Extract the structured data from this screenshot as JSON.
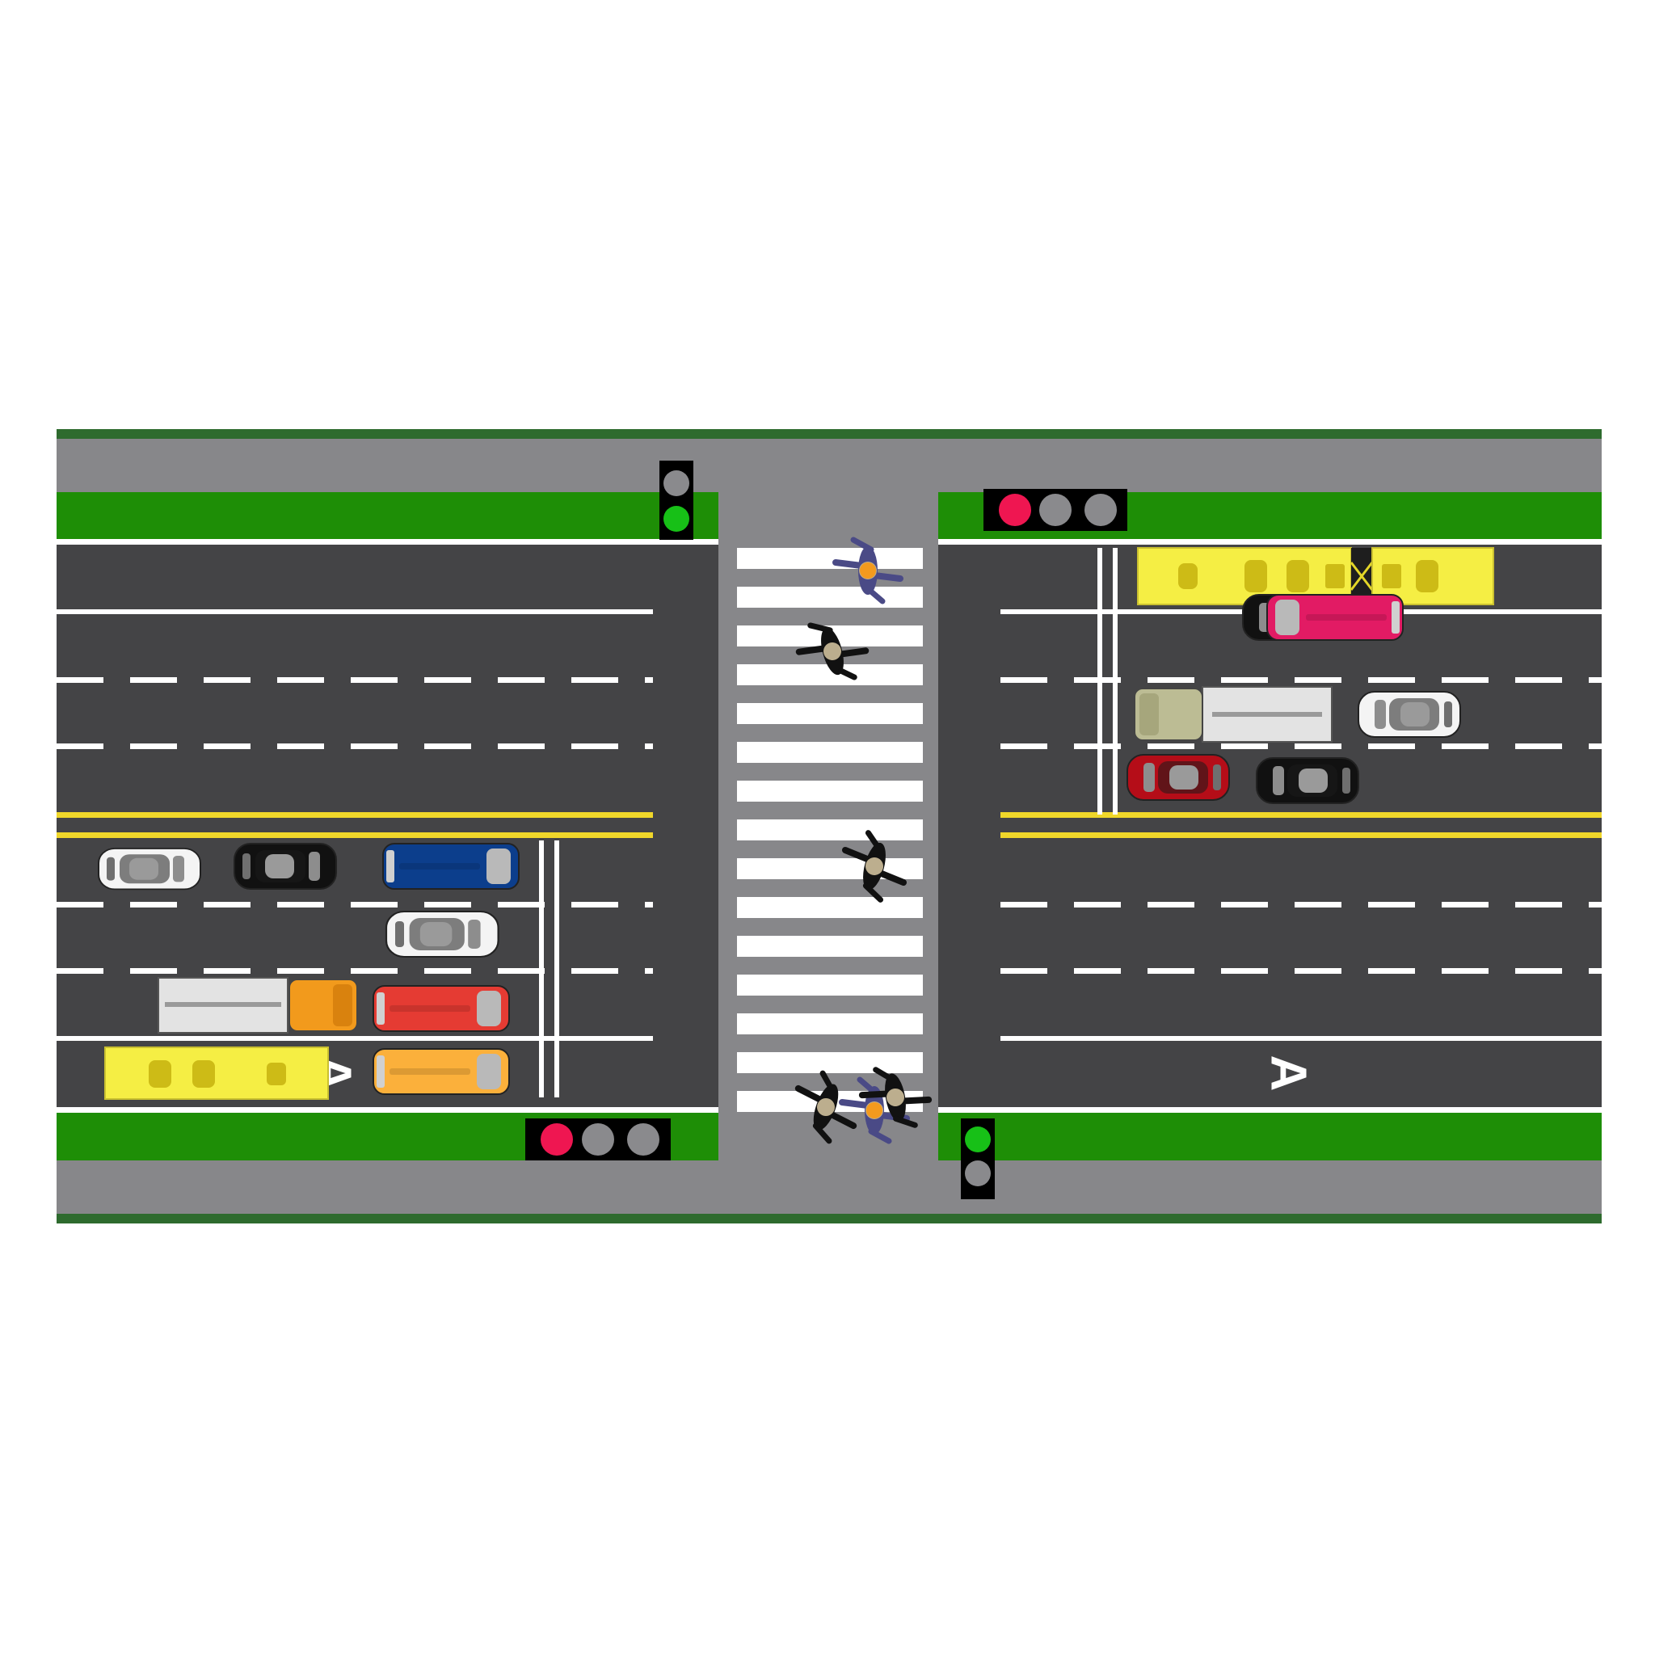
{
  "scene": {
    "lane_markings": {
      "left_bus_lane_letter": "A",
      "right_bus_lane_letter": "A"
    },
    "traffic_lights": {
      "top_left": {
        "state": "green",
        "orientation": "vertical"
      },
      "top_right": {
        "state": "red",
        "orientation": "horizontal"
      },
      "bottom_left": {
        "state": "red",
        "orientation": "horizontal"
      },
      "bottom_right": {
        "state": "green",
        "orientation": "vertical"
      }
    },
    "pedestrian_count": 6,
    "colors": {
      "road": "#444446",
      "sidewalk": "#87878a",
      "grass": "#1e8e06",
      "border_green": "#2e6b2e",
      "center_line": "#f0d72a",
      "light_red": "#ef1651",
      "light_green": "#17c017",
      "light_off": "#8a8a8d"
    }
  }
}
